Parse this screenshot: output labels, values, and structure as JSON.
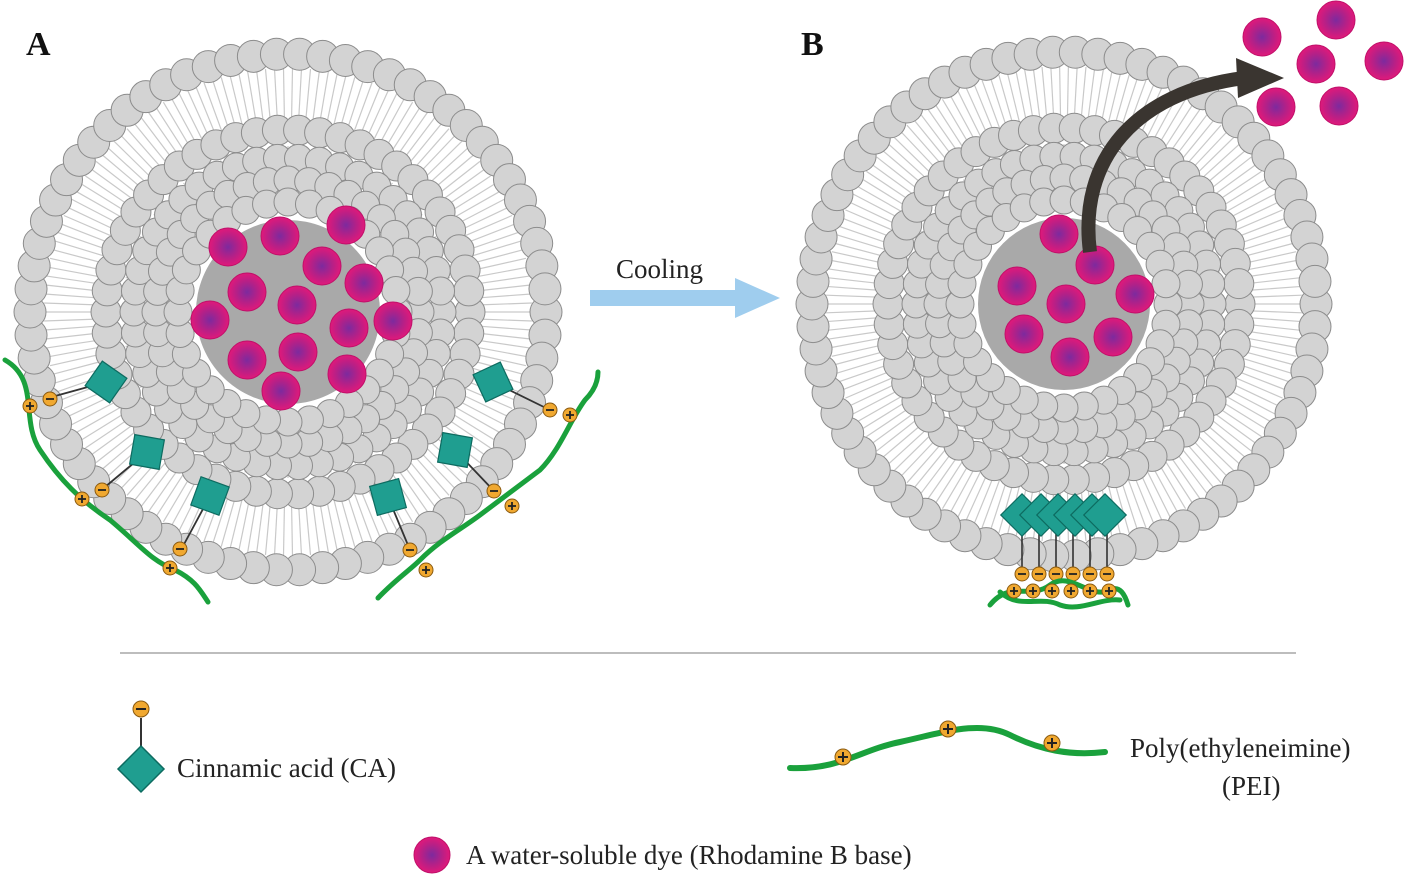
{
  "panels": {
    "a_label": "A",
    "b_label": "B"
  },
  "transition": {
    "label": "Cooling"
  },
  "legend": {
    "ca": "Cinnamic acid (CA)",
    "pei_line1": "Poly(ethyleneimine)",
    "pei_line2": "(PEI)",
    "dye": "A water-soluble dye (Rhodamine B base)"
  },
  "colors": {
    "head_fill": "#d3d3d3",
    "head_stroke": "#8c8c8c",
    "dye": "#d81b78",
    "dye_center": "#8a2a9c",
    "ca": "#1f9e90",
    "ca_stroke": "#0d6b60",
    "pei": "#1aa13c",
    "charge": "#f0a830",
    "arrow_light": "#9fcdee",
    "arrow_dark": "#3a3530"
  }
}
